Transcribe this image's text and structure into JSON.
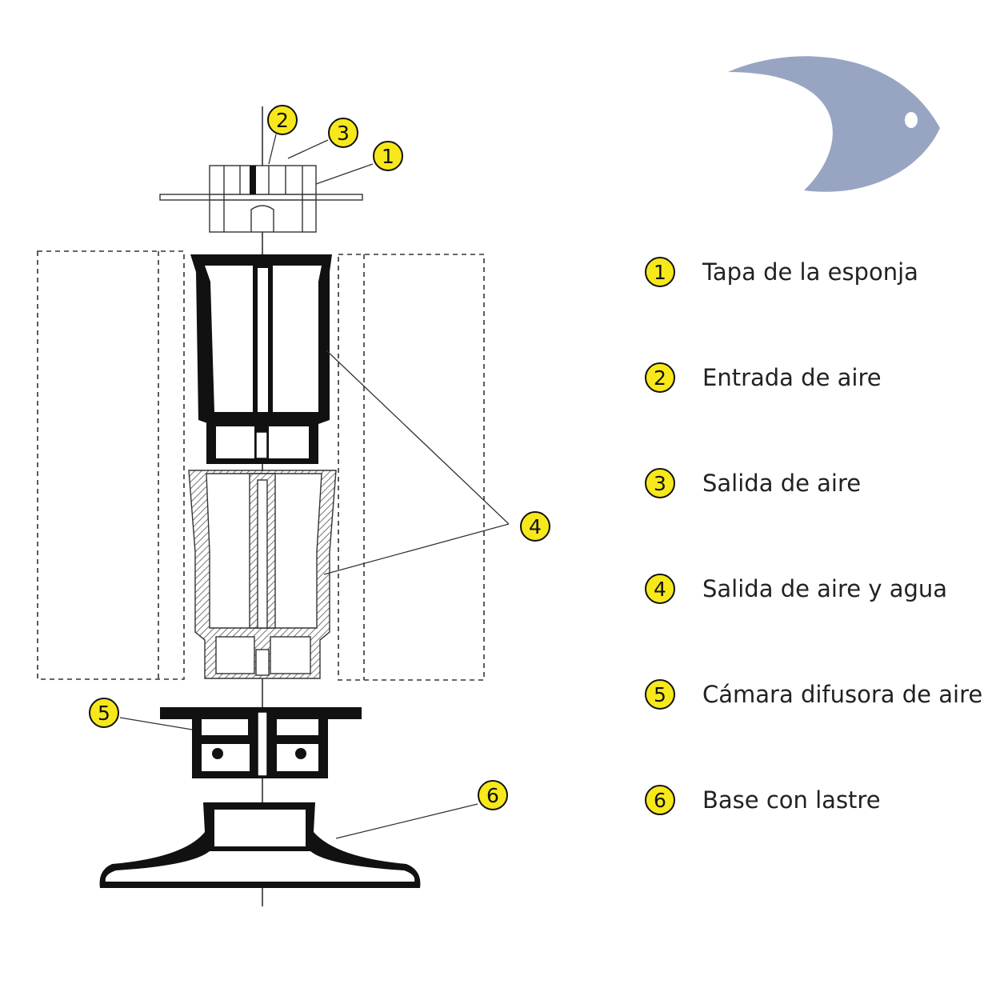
{
  "legend": [
    {
      "num": "1",
      "label": "Tapa de la esponja"
    },
    {
      "num": "2",
      "label": "Entrada de aire"
    },
    {
      "num": "3",
      "label": "Salida de aire"
    },
    {
      "num": "4",
      "label": "Salida de aire y agua"
    },
    {
      "num": "5",
      "label": "Cámara difusora de aire"
    },
    {
      "num": "6",
      "label": "Base con lastre"
    }
  ],
  "callouts": {
    "c1": "1",
    "c2": "2",
    "c3": "3",
    "c4": "4",
    "c5": "5",
    "c6": "6"
  },
  "colors": {
    "badge": "#f7e81b",
    "logo": "#98a5c2",
    "line": "#111111"
  },
  "logo": {
    "icon": "fish-icon"
  }
}
